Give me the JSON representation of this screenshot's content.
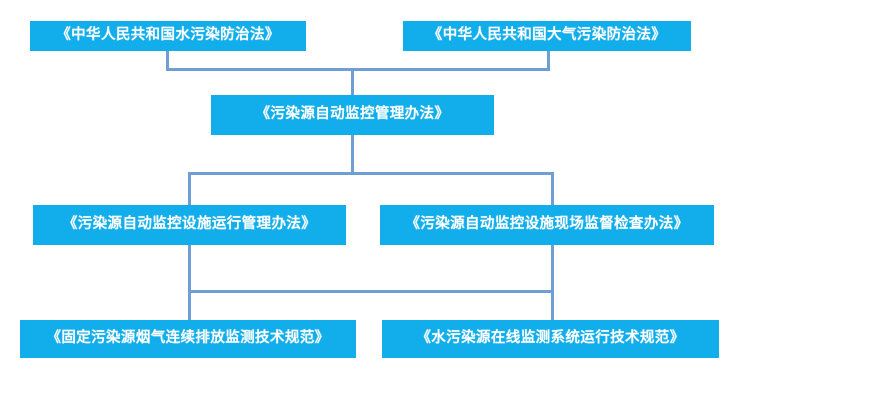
{
  "diagram": {
    "type": "hierarchy-flowchart",
    "title": "",
    "accent_color": "#12AEEC",
    "connector_color": "#6f9ed4",
    "text_color": "#ffffff",
    "background_color": "#ffffff",
    "tiers": [
      {
        "level": 1,
        "nodes": [
          {
            "id": "water-law",
            "label": "《中华人民共和国水污染防治法》"
          },
          {
            "id": "air-law",
            "label": "《中华人民共和国大气污染防治法》"
          }
        ]
      },
      {
        "level": 2,
        "nodes": [
          {
            "id": "auto-admin",
            "label": "《污染源自动监控管理办法》"
          }
        ]
      },
      {
        "level": 3,
        "nodes": [
          {
            "id": "facility-op",
            "label": "《污染源自动监控设施运行管理办法》"
          },
          {
            "id": "facility-insp",
            "label": "《污染源自动监控设施现场监督检查办法》"
          }
        ]
      },
      {
        "level": 4,
        "nodes": [
          {
            "id": "cems-spec",
            "label": "《固定污染源烟气连续排放监测技术规范》"
          },
          {
            "id": "water-online",
            "label": "《水污染源在线监测系统运行技术规范》"
          }
        ]
      }
    ],
    "edges": [
      {
        "from": "water-law",
        "to": "auto-admin"
      },
      {
        "from": "air-law",
        "to": "auto-admin"
      },
      {
        "from": "auto-admin",
        "to": "facility-op"
      },
      {
        "from": "auto-admin",
        "to": "facility-insp"
      },
      {
        "from": "facility-op",
        "to": "cems-spec"
      },
      {
        "from": "facility-op",
        "to": "water-online"
      },
      {
        "from": "facility-insp",
        "to": "cems-spec"
      },
      {
        "from": "facility-insp",
        "to": "water-online"
      }
    ]
  }
}
